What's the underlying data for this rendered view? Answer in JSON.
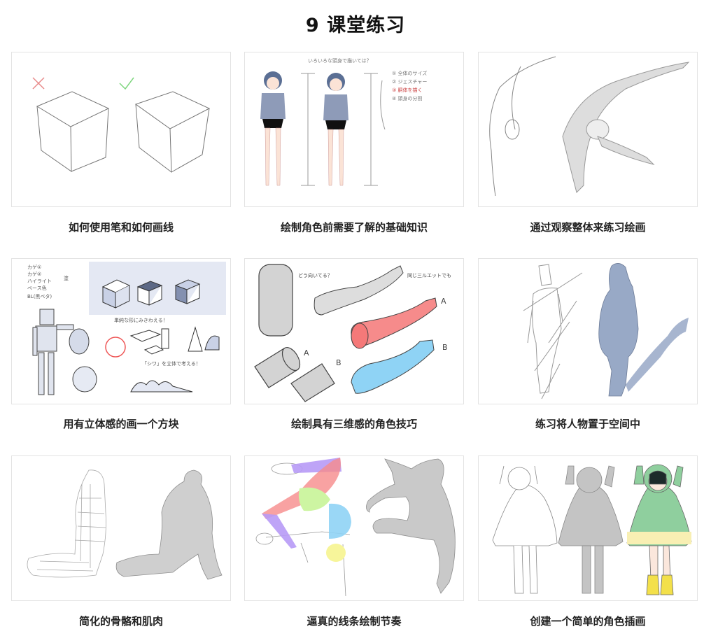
{
  "page": {
    "title": "9 课堂练习"
  },
  "cards": [
    {
      "caption": "如何使用笔和如何画线",
      "image": "wrong-and-right-cube-sketch"
    },
    {
      "caption": "绘制角色前需要了解的基础知识",
      "image": "character-proportion-sheet"
    },
    {
      "caption": "通过观察整体来练习绘画",
      "image": "backbend-pose-sketch"
    },
    {
      "caption": "用有立体感的画一个方块",
      "image": "light-and-volume-study-sheet"
    },
    {
      "caption": "绘制具有三维感的角色技巧",
      "image": "cylinder-arm-study"
    },
    {
      "caption": "练习将人物置于空间中",
      "image": "figure-with-cast-shadow"
    },
    {
      "caption": "简化的骨骼和肌肉",
      "image": "kneeling-figure-anatomy"
    },
    {
      "caption": "逼真的线条绘制节奏",
      "image": "handstand-pose-color-blocks"
    },
    {
      "caption": "创建一个简单的角色插画",
      "image": "raincoat-girl-three-stages"
    }
  ],
  "colors": {
    "wrong_mark": "#e88a8a",
    "right_mark": "#7fd67f",
    "shade_blue": "#98a9c6",
    "arm_red": "#f68b8b",
    "arm_blue": "#8fd3f5",
    "block_purple": "#b79af6",
    "block_green": "#cdf5a2",
    "block_yellow": "#f7f59a",
    "coat_green": "#8fcf9e",
    "boot_yellow": "#f3e04a"
  }
}
